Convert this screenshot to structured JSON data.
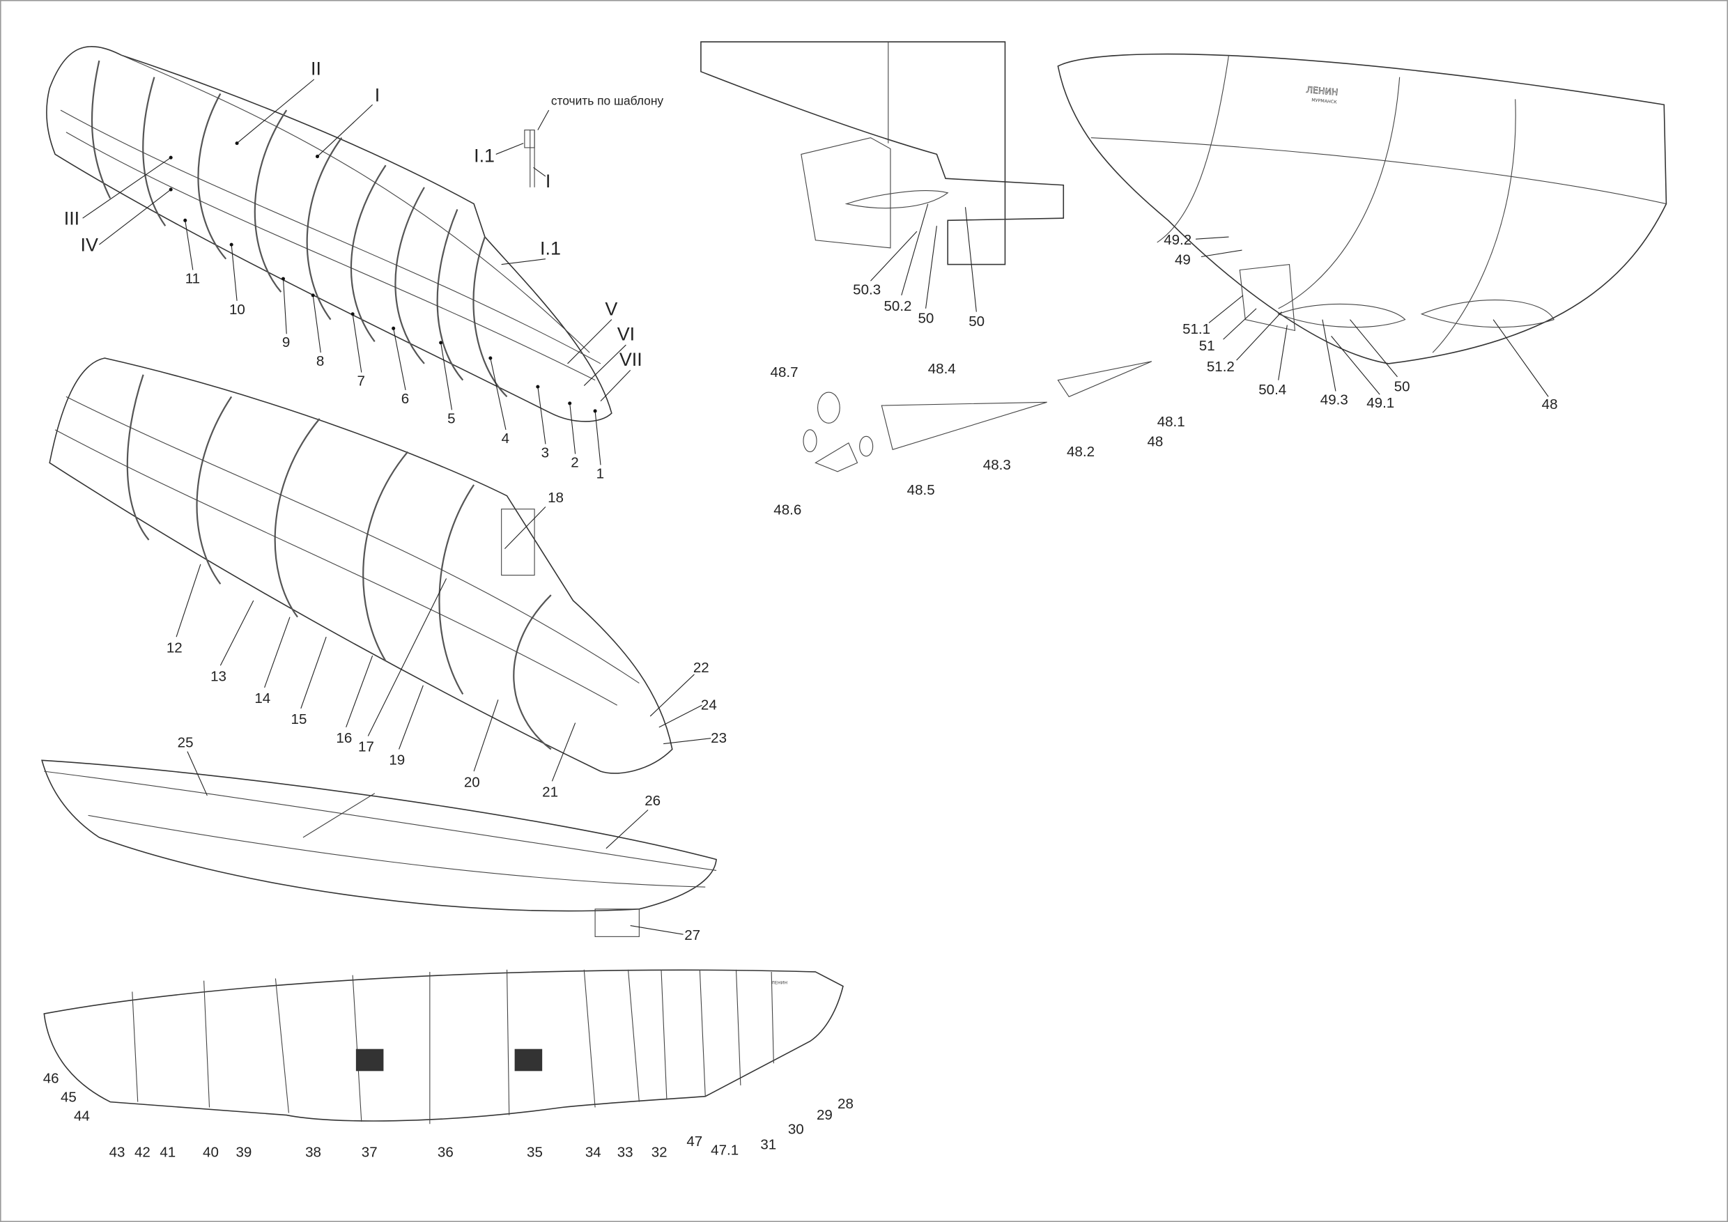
{
  "note": "сточить по шаблону",
  "ship_name": "ЛЕНИН",
  "home_port": "МУРМАНСК",
  "stage1": {
    "labels": [
      "II",
      "I",
      "III",
      "IV",
      "11",
      "10",
      "9",
      "8",
      "7",
      "6",
      "5",
      "4",
      "3",
      "2",
      "1",
      "V",
      "VI",
      "VII",
      "I.1"
    ],
    "detail": {
      "part_a": "I.1",
      "part_b": "I"
    }
  },
  "stage2": {
    "labels": [
      "18",
      "12",
      "13",
      "14",
      "15",
      "16",
      "17",
      "19",
      "20",
      "21",
      "22",
      "24",
      "23"
    ]
  },
  "stage3": {
    "labels": [
      "25",
      "26",
      "27"
    ]
  },
  "stage4": {
    "labels": [
      "46",
      "45",
      "44",
      "43",
      "42",
      "41",
      "40",
      "39",
      "38",
      "37",
      "36",
      "35",
      "34",
      "33",
      "32",
      "47",
      "47.1",
      "31",
      "30",
      "29",
      "28"
    ]
  },
  "stern_detail": {
    "labels": [
      "50.3",
      "50.2",
      "50",
      "50"
    ]
  },
  "propeller_parts": {
    "labels": [
      "48.7",
      "48.4",
      "48.3",
      "48.5",
      "48.6",
      "48.2",
      "48",
      "48.1"
    ]
  },
  "stern_view": {
    "labels": [
      "49.2",
      "49",
      "51.1",
      "51",
      "51.2",
      "50.4",
      "49.3",
      "49.1",
      "50",
      "48"
    ]
  }
}
